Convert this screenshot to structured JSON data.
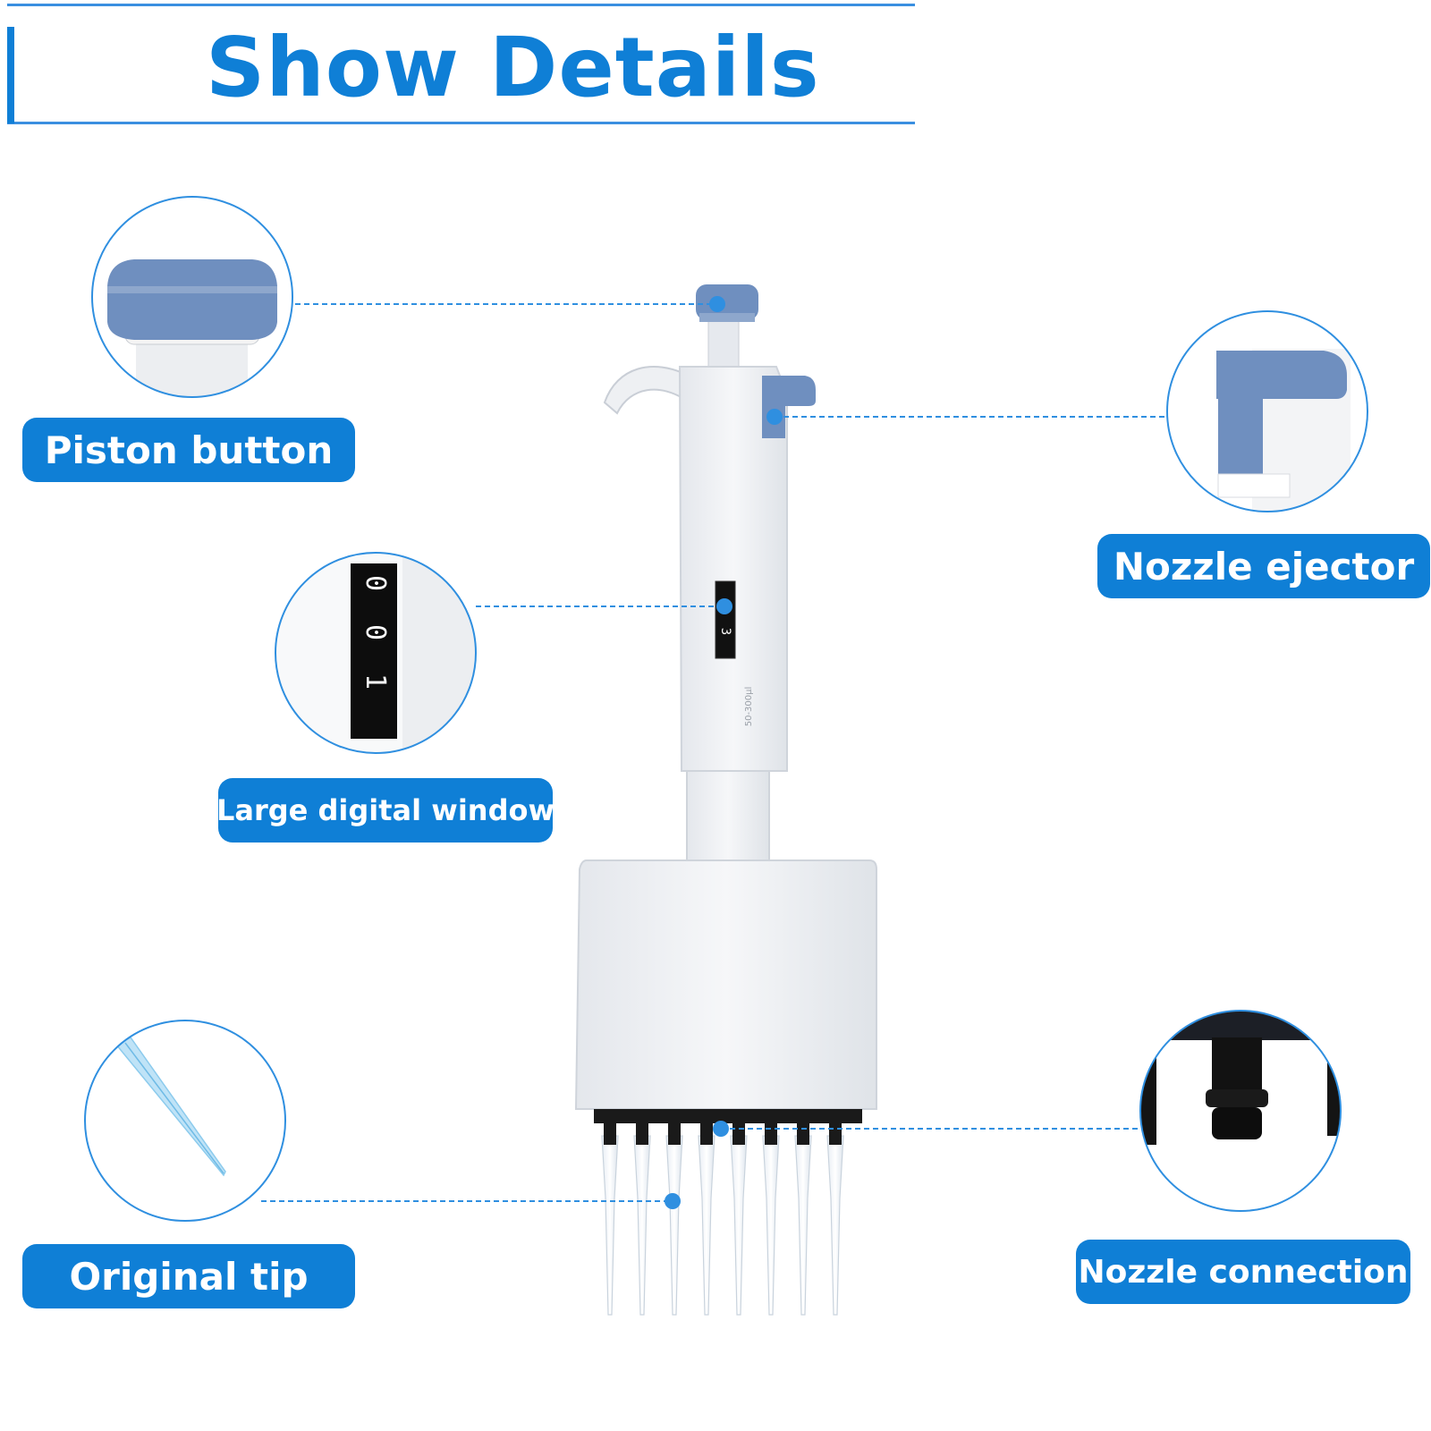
{
  "title": "Show Details",
  "colors": {
    "accent": "#0f7fd6",
    "line": "#2f8fe0",
    "ejector": "#6f8fbf",
    "body": "#eef0f3"
  },
  "labels": {
    "piston_button": "Piston button",
    "nozzle_ejector": "Nozzle ejector",
    "large_digital_window": "Large digital window",
    "original_tip": "Original tip",
    "nozzle_connection": "Nozzle connection"
  },
  "pipette": {
    "dial_digits": [
      "0",
      "3"
    ],
    "zoom_dial_digits": [
      "0",
      "0",
      "1"
    ],
    "range_text": "50-300μl"
  }
}
